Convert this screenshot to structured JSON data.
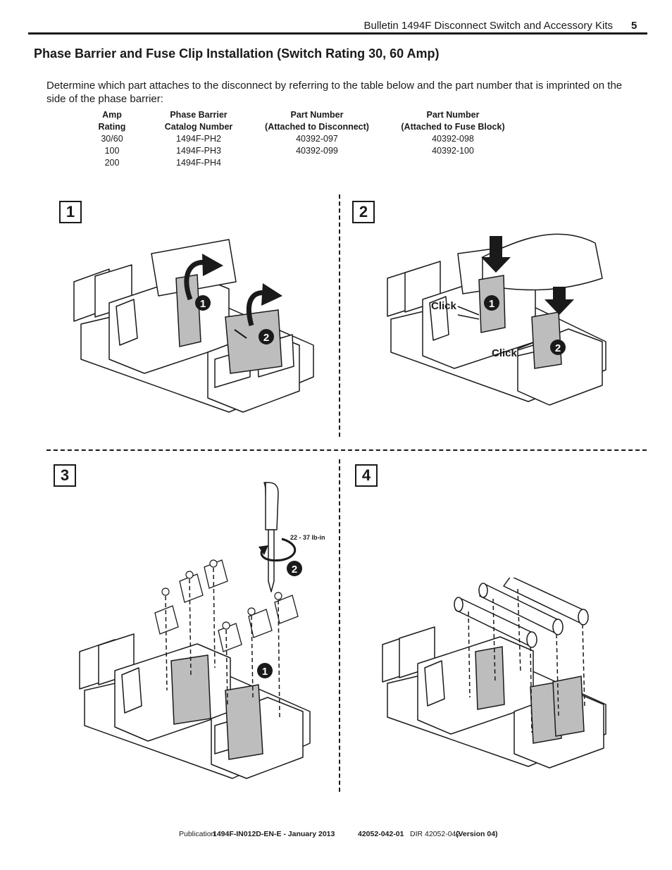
{
  "header": {
    "bulletin_title": "Bulletin 1494F Disconnect Switch and Accessory Kits",
    "page_number": "5"
  },
  "section_title": "Phase Barrier and Fuse Clip Installation (Switch Rating 30, 60 Amp)",
  "intro_text": "Determine which part attaches to the disconnect by referring to the table below and the part number that is imprinted on the side of the phase barrier:",
  "table": {
    "headers": [
      {
        "line1": "Amp",
        "line2": "Rating"
      },
      {
        "line1": "Phase Barrier",
        "line2": "Catalog Number"
      },
      {
        "line1": "Part Number",
        "line2": "(Attached to Disconnect)"
      },
      {
        "line1": "Part Number",
        "line2": "(Attached to Fuse Block)"
      }
    ],
    "rows": [
      [
        "30/60",
        "1494F-PH2",
        "40392-097",
        "40392-098"
      ],
      [
        "100",
        "1494F-PH3",
        "40392-099",
        "40392-100"
      ],
      [
        "200",
        "1494F-PH4",
        "",
        ""
      ]
    ]
  },
  "steps": [
    {
      "number": "1",
      "callouts": [
        "1",
        "2"
      ]
    },
    {
      "number": "2",
      "callouts": [
        "1",
        "2"
      ],
      "labels": [
        "Click",
        "Click"
      ]
    },
    {
      "number": "3",
      "callouts": [
        "2",
        "1"
      ],
      "torque": "22 - 37 lb-in"
    },
    {
      "number": "4"
    }
  ],
  "footer": {
    "publication_label": "Publication",
    "publication_id": "1494F-IN012D-EN-E - January 2013",
    "doc_number": "42052-042-01",
    "dir_label": "DIR 42052-042",
    "version": "(Version 04)"
  }
}
